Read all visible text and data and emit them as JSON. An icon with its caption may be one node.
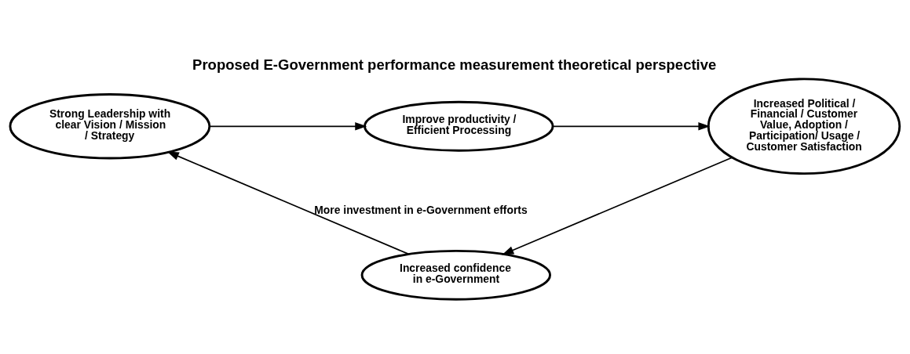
{
  "diagram": {
    "title": "Proposed E-Government performance measurement theoretical perspective",
    "nodes": [
      {
        "text": [
          "Strong Leadership with clear Vision / Mission / Strategy"
        ]
      },
      {
        "text": [
          "Improve productivity / Efficient Processing"
        ]
      },
      {
        "text": [
          "Increased Political / Financial / Customer Value, Adoption / Participation/ Usage / Customer Satisfaction"
        ]
      },
      {
        "text": [
          "Increased confidence in e-Government"
        ]
      }
    ],
    "edges": [
      {
        "from": 0,
        "to": 1,
        "arrow": "to"
      },
      {
        "from": 1,
        "to": 2,
        "arrow": "to"
      },
      {
        "from": 2,
        "to": 3,
        "arrow": "to"
      },
      {
        "from": 3,
        "to": 0,
        "arrow": "to",
        "label": "More investment in e-Government efforts"
      }
    ]
  }
}
